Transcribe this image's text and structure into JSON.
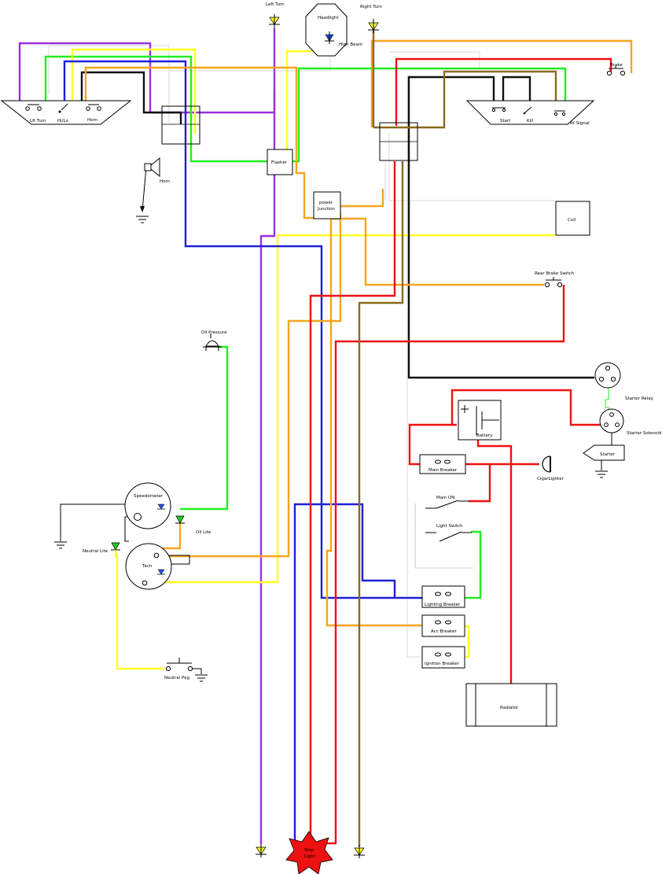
{
  "labels": {
    "left_turn_top": "Left Turn",
    "headlight": "Headlight",
    "high_beam": "High Beam",
    "right_turn_top": "Right Turn",
    "brake": "Brake",
    "lft_turn": "Lft Turn",
    "hi_lo": "Hi/Lo",
    "horn_switch": "Horn",
    "start": "Start",
    "kill": "Kill",
    "rt_signal": "Rt Signal",
    "horn": "Horn",
    "flasher": "Flasher",
    "power_junction_1": "power",
    "power_junction_2": "Junction",
    "coil": "Coil",
    "rear_brake_switch": "Rear Brake Switch",
    "oil_pressure": "Oil Pressure",
    "starter_relay": "Starter Relay",
    "battery": "Battery",
    "starter_solenoid": "Starter Solenoid",
    "starter": "Starter",
    "main_breaker": "Main Breaker",
    "cigar_lighter": "CigarLighter",
    "main_on": "Main ON",
    "light_switch": "Light Switch",
    "speedometer": "Speedometer",
    "oil_lite": "Oil Lite",
    "neutral_lite": "Neutral Lite",
    "tach": "Tach",
    "lighting_breaker": "Lighting Breaker",
    "acc_breaker": "Acc Breaker",
    "ignition_breaker": "Ignition Breaker",
    "neutral_peg": "Neutral Peg",
    "radiator": "Radiator",
    "stop_light_1": "Stop",
    "stop_light_2": "Light"
  },
  "wire_colors": {
    "purple": "#9b30e0",
    "green": "#22ee22",
    "yellow": "#ffff22",
    "blue": "#1f1fd8",
    "black": "#111111",
    "orange": "#f5a51e",
    "red": "#ee1111",
    "brown": "#8a6a1c",
    "gray": "#d8d8d8"
  }
}
